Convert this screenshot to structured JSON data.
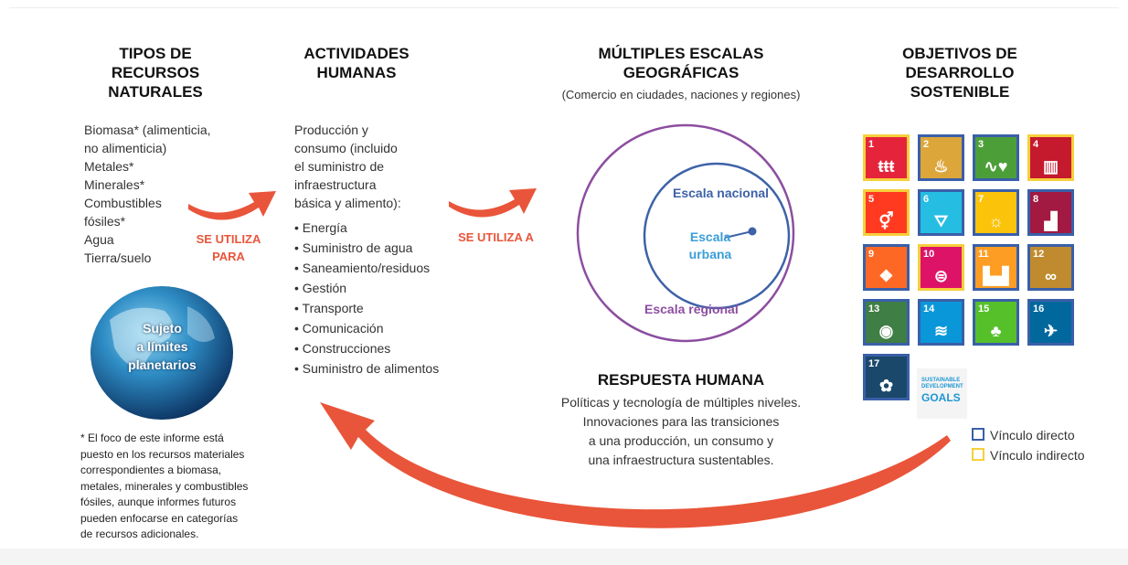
{
  "col1": {
    "title_lines": [
      "TIPOS DE",
      "RECURSOS",
      "NATURALES"
    ],
    "items": [
      "Biomasa* (alimenticia,",
      "no alimenticia)",
      "Metales*",
      "Minerales*",
      "Combustibles",
      "fósiles*",
      "Agua",
      "Tierra/suelo"
    ],
    "globe_lines": [
      "Sujeto",
      "a límites",
      "planetarios"
    ],
    "footnote_lines": [
      "* El foco de este informe está",
      "puesto en los recursos materiales",
      "correspondientes a biomasa,",
      "metales, minerales y combustibles",
      "fósiles, aunque informes futuros",
      "pueden enfocarse en categorías",
      "de recursos adicionales."
    ]
  },
  "arrow1": {
    "label_lines": [
      "SE UTILIZA",
      "PARA"
    ]
  },
  "col2": {
    "title_lines": [
      "ACTIVIDADES",
      "HUMANAS"
    ],
    "intro_lines": [
      "Producción y",
      "consumo (incluido",
      "el suministro de",
      "infraestructura",
      "básica y alimento):"
    ],
    "bullets": [
      "• Energía",
      "• Suministro de agua",
      "• Saneamiento/residuos",
      "• Gestión",
      "• Transporte",
      "• Comunicación",
      "• Construcciones",
      "• Suministro de alimentos"
    ]
  },
  "arrow2": {
    "label": "SE UTILIZA A"
  },
  "col3": {
    "title_lines": [
      "MÚLTIPLES ESCALAS",
      "GEOGRÁFICAS"
    ],
    "subtitle": "(Comercio en ciudades, naciones y regiones)",
    "scale_national": "Escala nacional",
    "scale_urban_lines": [
      "Escala",
      "urbana"
    ],
    "scale_regional": "Escala regional",
    "response_title": "RESPUESTA HUMANA",
    "response_lines": [
      "Políticas y tecnología de múltiples niveles.",
      "Innovaciones para las transiciones",
      "a una producción, un consumo y",
      "una infraestructura sustentables."
    ]
  },
  "col4": {
    "title_lines": [
      "OBJETIVOS DE",
      "DESARROLLO",
      "SOSTENIBLE"
    ],
    "goals": [
      {
        "num": "1",
        "color": "#e5243b",
        "icon": "family-icon",
        "glyph": "ŧŧŧ",
        "link": "indirect"
      },
      {
        "num": "2",
        "color": "#dda63a",
        "icon": "bowl-icon",
        "glyph": "♨",
        "link": "direct"
      },
      {
        "num": "3",
        "color": "#4c9f38",
        "icon": "heartbeat-icon",
        "glyph": "∿♥",
        "link": "direct"
      },
      {
        "num": "4",
        "color": "#c5192d",
        "icon": "book-icon",
        "glyph": "▥",
        "link": "indirect"
      },
      {
        "num": "5",
        "color": "#ff3a21",
        "icon": "gender-icon",
        "glyph": "⚥",
        "link": "indirect"
      },
      {
        "num": "6",
        "color": "#26bde2",
        "icon": "water-icon",
        "glyph": "⛛",
        "link": "direct"
      },
      {
        "num": "7",
        "color": "#fcc30b",
        "icon": "sun-icon",
        "glyph": "☼",
        "link": "direct"
      },
      {
        "num": "8",
        "color": "#a21942",
        "icon": "growth-chart-icon",
        "glyph": "▟",
        "link": "direct"
      },
      {
        "num": "9",
        "color": "#fd6925",
        "icon": "cubes-icon",
        "glyph": "❖",
        "link": "direct"
      },
      {
        "num": "10",
        "color": "#dd1367",
        "icon": "equality-icon",
        "glyph": "⊜",
        "link": "indirect"
      },
      {
        "num": "11",
        "color": "#fd9d24",
        "icon": "city-icon",
        "glyph": "▙▟",
        "link": "direct"
      },
      {
        "num": "12",
        "color": "#bf8b2e",
        "icon": "infinity-icon",
        "glyph": "∞",
        "link": "direct"
      },
      {
        "num": "13",
        "color": "#3f7e44",
        "icon": "eye-icon",
        "glyph": "◉",
        "link": "direct"
      },
      {
        "num": "14",
        "color": "#0a97d9",
        "icon": "fish-icon",
        "glyph": "≋",
        "link": "direct"
      },
      {
        "num": "15",
        "color": "#56c02b",
        "icon": "tree-icon",
        "glyph": "♣",
        "link": "direct"
      },
      {
        "num": "16",
        "color": "#00689d",
        "icon": "dove-icon",
        "glyph": "✈",
        "link": "direct"
      },
      {
        "num": "17",
        "color": "#19486a",
        "icon": "partnership-icon",
        "glyph": "✿",
        "link": "direct"
      }
    ],
    "sdg_logo_lines": [
      "SUSTAINABLE",
      "DEVELOPMENT",
      "GOALS"
    ],
    "legend_direct": "Vínculo directo",
    "legend_indirect": "Vínculo indirecto",
    "color_direct": "#3a5fa8",
    "color_indirect": "#f6cf3c"
  },
  "colors": {
    "arrow": "#e9553a",
    "circle_regional": "#8c4ea0",
    "circle_national": "#3d62a8",
    "text_blue": "#3d62a8"
  }
}
